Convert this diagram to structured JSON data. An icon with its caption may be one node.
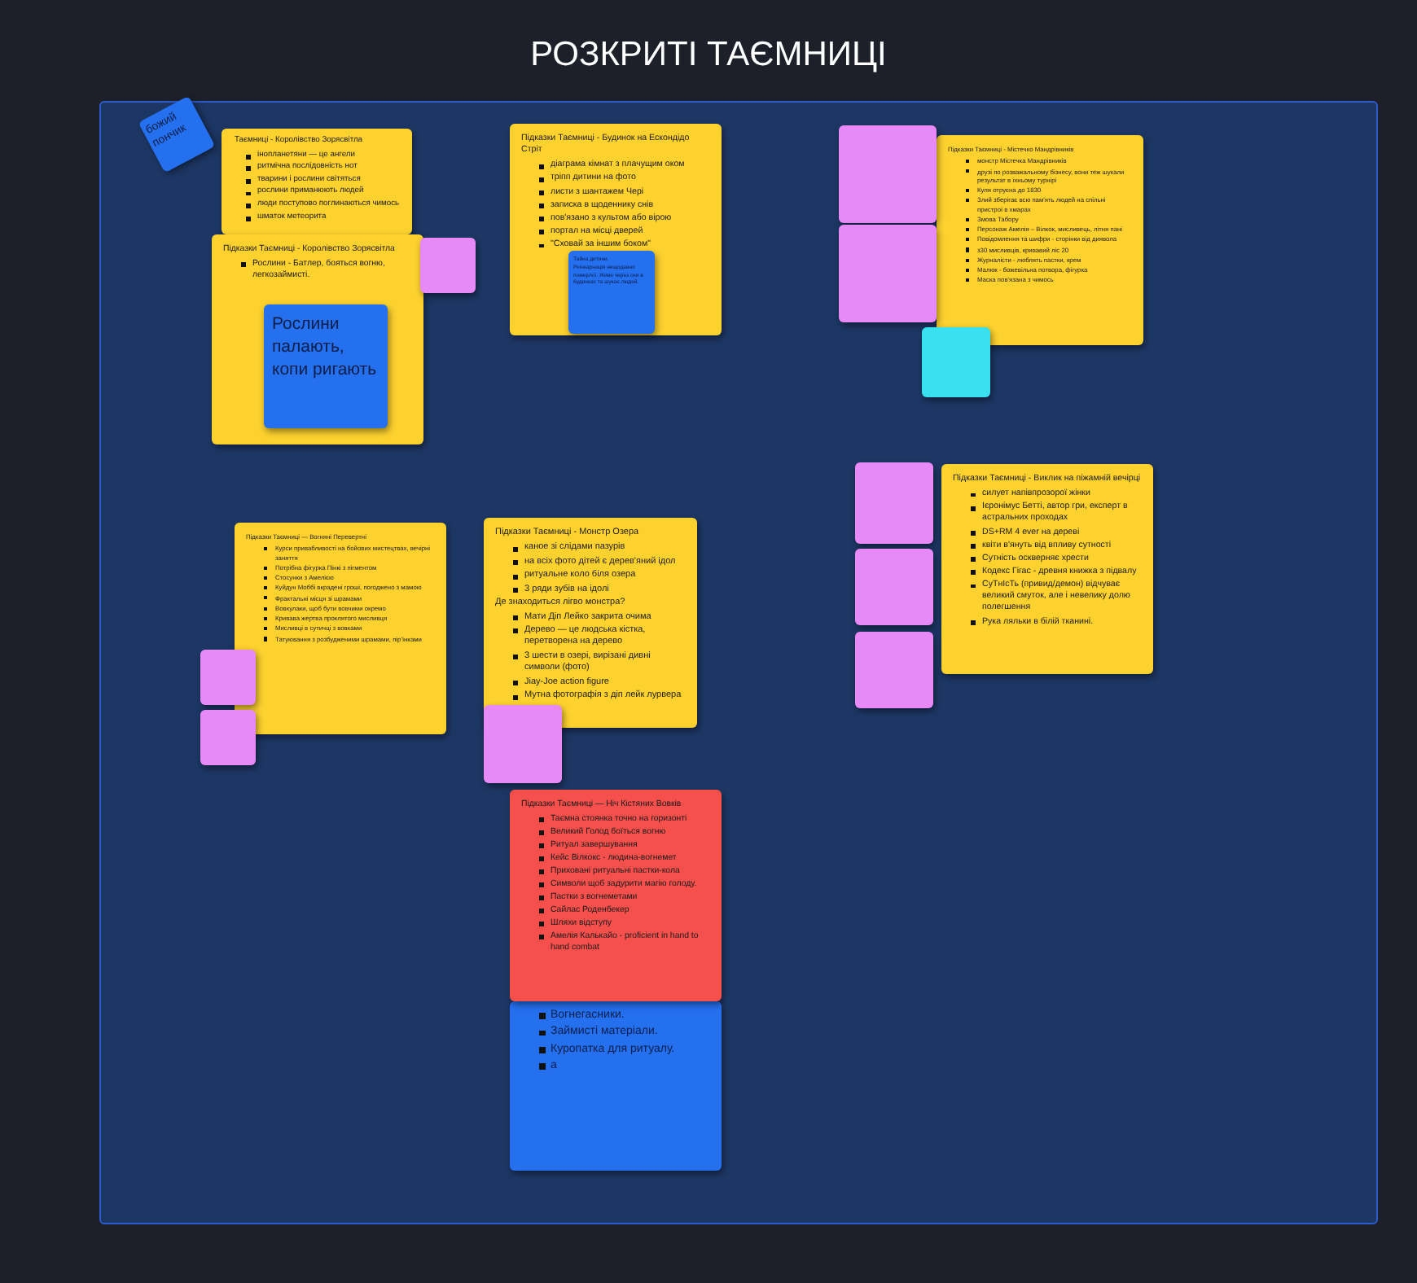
{
  "diagram": {
    "title": "РОЗКРИТІ ТАЄМНИЦІ",
    "nodes": [
      {
        "text": [],
        "shape": "box"
      },
      {
        "text": [
          "божий пончик"
        ],
        "in": 0
      },
      {
        "text": [
          "Таємниці - Королівство Зорясвітла",
          "інопланетяни — це ангели",
          "ритмічна послідовність нот",
          "тварини і рослини світяться",
          "рослини приманюють людей",
          "люди поступово поглинаються чимось",
          "шматок метеорита"
        ],
        "in": 0
      },
      {
        "text": [
          "Підказки Таємниці - Королівство Зорясвітла",
          "Рослини - Батлер, бояться вогню, легкозаймисті."
        ],
        "in": 0
      },
      {
        "text": [
          "Рослини палають, копи ригають"
        ],
        "in": 3
      },
      {
        "text": [],
        "shape": "box",
        "in": 0
      },
      {
        "text": [
          "Підказки Таємниці - Будинок на Ескондідо Стріт",
          "діаграма кімнат з плачущим оком",
          "тріпп дитини на фото",
          "листи з шантажем Чері",
          "записка в щоденнику снів",
          "пов'язано з культом або вірою",
          "портал на місці дверей",
          "\"Сховай за іншим боком\""
        ],
        "in": 0
      },
      {
        "text": [
          "Тайна дитини.",
          "Реінкарнація нещодавно померлої. Живе через сни в будинках та шукає людей."
        ],
        "in": 6
      },
      {
        "text": [],
        "shape": "box",
        "in": 0
      },
      {
        "text": [],
        "shape": "box",
        "in": 0
      },
      {
        "text": [
          "Підказки Таємниці - Містечко Мандрівників",
          "монстр Містечка Мандрівників",
          "друзі по розважальному бізнесу, вони теж шукали результат в їхньому турнірі",
          "Куля отруєна до 1830",
          "Злий зберігає всю пам'ять людей на спільні пристрої в хмарах",
          "Змова Табору",
          "Персонаж Амелія – Вілкок, мисливець, літня пані",
          "Повідомлення та шифри - сторінки від диявола",
          "з30 мисливців, кривавий ліс 20",
          "Журналісти - люблять пастки, крем",
          "Малюк - божевільна потвора, фігурка",
          "Маска пов'язана з чимось"
        ],
        "in": 0
      },
      {
        "text": [],
        "shape": "box",
        "in": 0
      },
      {
        "text": [
          "Підказки Таємниці — Вогняні Перевертні",
          "Курси привабливості на бойових мистецтвах, вечірні заняття",
          "Потрібна фігурка Пінкі з пігментом",
          "Стосунки з Амелією",
          "Куйдун Моббі вкрадені гроші, погоджено з мамою",
          "Фрактальні місця зі шрамами",
          "Вовкулаки, щоб бути вовчими окремо",
          "Кривава жертва проклятого мисливця",
          "Мисливці в сутичці з вовками",
          "Татуювання з розбудженими шрамами, пір'їнками"
        ],
        "in": 0
      },
      {
        "text": [],
        "shape": "box",
        "in": 0
      },
      {
        "text": [],
        "shape": "box",
        "in": 0
      },
      {
        "text": [
          "Підказки Таємниці - Монстр Озера",
          "каное зі слідами пазурів",
          "на всіх фото дітей є дерев'яний ідол",
          "ритуальне коло біля озера",
          "3 ряди зубів на ідолі",
          "Де знаходиться лігво монстра?",
          "Мати Діп Лейко закрита очима",
          "Дерево — це людська кістка, перетворена на дерево",
          "3 шести в озері, вирізані дивні символи (фото)",
          "Jiay-Joe action figure",
          "Мутна фотографія з діп лейк лурвера"
        ],
        "in": 0
      },
      {
        "text": [],
        "shape": "box",
        "in": 0
      },
      {
        "text": [
          "Підказки Таємниці — Ніч Кістяних Вовків",
          "Таємна стоянка точно на горизонті",
          "Великий Голод боїться вогню",
          "Ритуал завершування",
          "Кейс Вілкокс - людина-вогнемет",
          "Приховані ритуальні пастки-кола",
          "Символи щоб задурити магію голоду.",
          "Пастки з вогнеметами",
          "Сайлас Роденбекер",
          "Шляхи відступу",
          "Амелія Калькайо - proficient in hand to hand combat"
        ],
        "in": 0
      },
      {
        "text": [
          "Вогнегасники.",
          "Займисті матеріали.",
          "Куропатка для ритуалу.",
          "а"
        ],
        "in": 0
      },
      {
        "text": [],
        "shape": "box",
        "in": 0
      },
      {
        "text": [],
        "shape": "box",
        "in": 0
      },
      {
        "text": [],
        "shape": "box",
        "in": 0
      },
      {
        "text": [
          "Підказки Таємниці - Виклик на піжамній вечірці",
          "силует напівпрозорої жінки",
          "Ієронімус Бетті, автор гри, експерт в астральних проходах",
          "DS+RM 4 ever на дереві",
          "квіти в'януть від впливу сутності",
          "Сутність оскверняє хрести",
          "Кодекс Гігас - древня книжка з підвалу",
          "СуТнІсТь (привид/демон) відчуває великий смуток, але і невелику долю полегшення",
          "Рука ляльки в білій тканині."
        ],
        "in": 0
      }
    ]
  }
}
